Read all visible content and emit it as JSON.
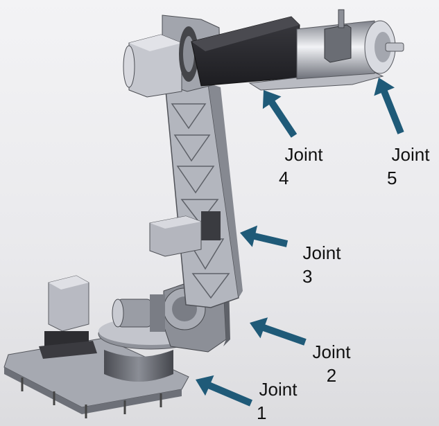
{
  "colors": {
    "arrow": "#1f5a78",
    "metal_light": "#c9cbd3",
    "metal_mid": "#9ea1ab",
    "metal_dark": "#6f727b",
    "black_part": "#2a2a2e"
  },
  "labels": [
    {
      "id": "joint-1",
      "word": "Joint",
      "number": "1"
    },
    {
      "id": "joint-2",
      "word": "Joint",
      "number": "2"
    },
    {
      "id": "joint-3",
      "word": "Joint",
      "number": "3"
    },
    {
      "id": "joint-4",
      "word": "Joint",
      "number": "4"
    },
    {
      "id": "joint-5",
      "word": "Joint",
      "number": "5"
    }
  ]
}
